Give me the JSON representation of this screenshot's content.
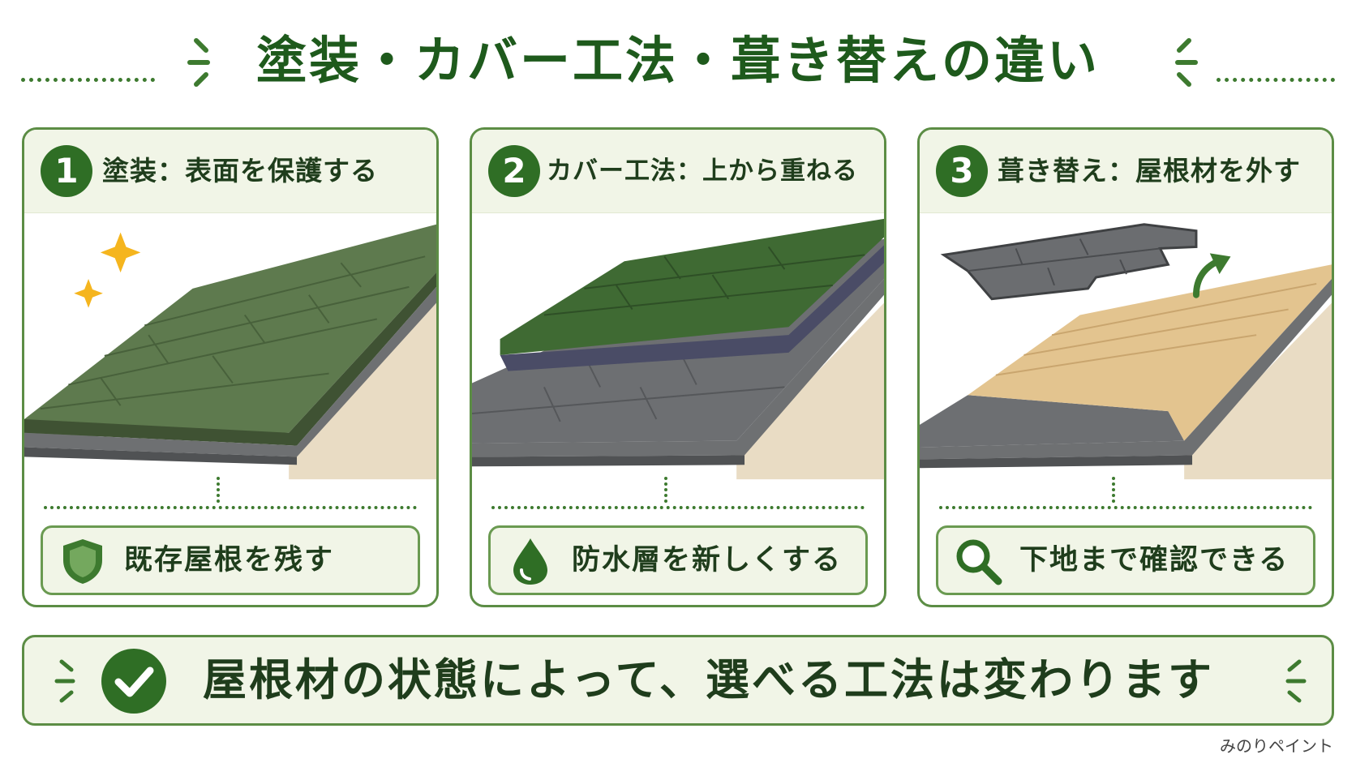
{
  "title": "塗装・カバー工法・葺き替えの違い",
  "cards": [
    {
      "number": "1",
      "heading": "塗装：表面を保護する",
      "result": "既存屋根を残す",
      "icon": "shield-icon"
    },
    {
      "number": "2",
      "heading": "カバー工法：上から重ねる",
      "result": "防水層を新しくする",
      "icon": "water-drop-icon"
    },
    {
      "number": "3",
      "heading": "葺き替え：屋根材を外す",
      "result": "下地まで確認できる",
      "icon": "magnifier-icon"
    }
  ],
  "summary": "屋根材の状態によって、選べる工法は変わります",
  "credit": "みのりペイント",
  "colors": {
    "accent_green": "#2f6e25",
    "border_green": "#5c8d45",
    "panel_bg": "#f1f5e7",
    "shingle_green": "#5e7a4e",
    "shingle_gray": "#6d6f72",
    "underlay_navy": "#4a4c66",
    "decking_wood": "#e3c48f",
    "sparkle_gold": "#f5b51e"
  }
}
